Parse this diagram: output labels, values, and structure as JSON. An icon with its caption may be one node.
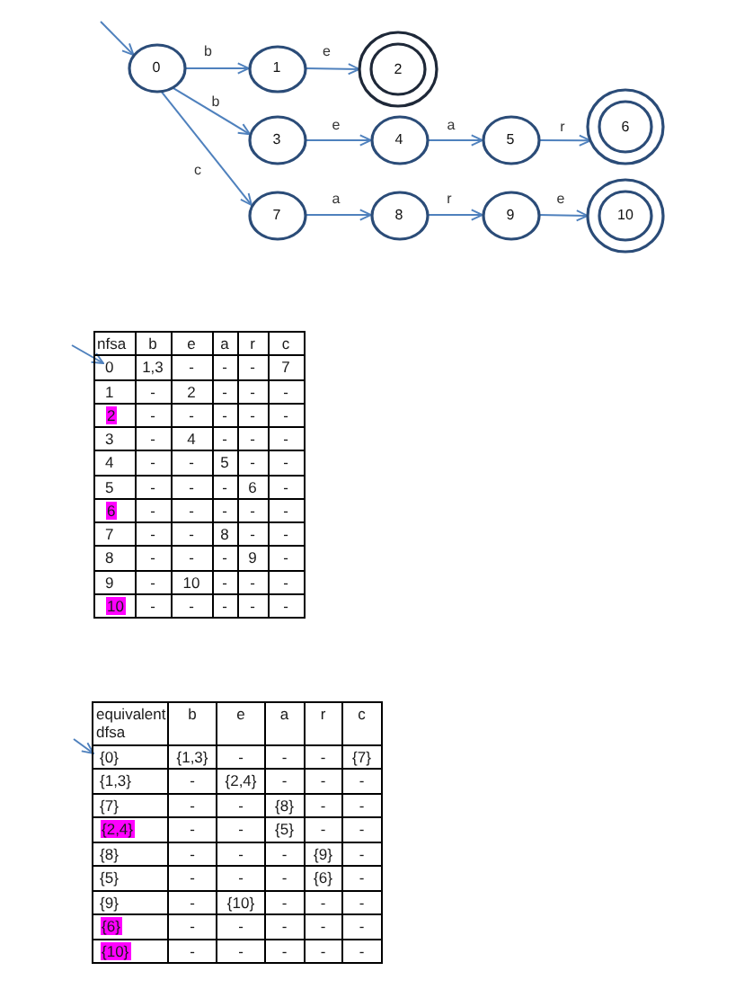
{
  "diagram": {
    "nodes": [
      {
        "text": [
          "0"
        ]
      },
      {
        "text": [
          "1"
        ]
      },
      {
        "text": [
          "2"
        ]
      },
      {
        "text": [
          "3"
        ]
      },
      {
        "text": [
          "4"
        ]
      },
      {
        "text": [
          "5"
        ]
      },
      {
        "text": [
          "6"
        ]
      },
      {
        "text": [
          "7"
        ]
      },
      {
        "text": [
          "8"
        ]
      },
      {
        "text": [
          "9"
        ]
      },
      {
        "text": [
          "10"
        ]
      }
    ],
    "edges": [
      {
        "from": null,
        "to": 0,
        "arrow": "to"
      },
      {
        "from": 0,
        "to": 1,
        "arrow": "to",
        "label": "b"
      },
      {
        "from": 1,
        "to": 2,
        "arrow": "to",
        "label": "e"
      },
      {
        "from": 0,
        "to": 3,
        "arrow": "to",
        "label": "b"
      },
      {
        "from": 3,
        "to": 4,
        "arrow": "to",
        "label": "e"
      },
      {
        "from": 4,
        "to": 5,
        "arrow": "to",
        "label": "a"
      },
      {
        "from": 5,
        "to": 6,
        "arrow": "to",
        "label": "r"
      },
      {
        "from": 0,
        "to": 7,
        "arrow": "to",
        "label": "c"
      },
      {
        "from": 7,
        "to": 8,
        "arrow": "to",
        "label": "a"
      },
      {
        "from": 8,
        "to": 9,
        "arrow": "to",
        "label": "r"
      },
      {
        "from": 9,
        "to": 10,
        "arrow": "to",
        "label": "e"
      }
    ],
    "labels": [
      "nfsa",
      "b",
      "e",
      "a",
      "r",
      "c",
      "0",
      "1,3",
      "-",
      "-",
      "-",
      "7",
      "1",
      "-",
      "2",
      "-",
      "-",
      "-",
      "2",
      "-",
      "-",
      "-",
      "-",
      "-",
      "3",
      "-",
      "4",
      "-",
      "-",
      "-",
      "4",
      "-",
      "-",
      "5",
      "-",
      "-",
      "5",
      "-",
      "-",
      "-",
      "6",
      "-",
      "6",
      "-",
      "-",
      "-",
      "-",
      "-",
      "7",
      "-",
      "-",
      "8",
      "-",
      "-",
      "8",
      "-",
      "-",
      "-",
      "9",
      "-",
      "9",
      "-",
      "10",
      "-",
      "-",
      "-",
      "10",
      "-",
      "-",
      "-",
      "-",
      "-",
      "equivalent dfsa",
      "b",
      "e",
      "a",
      "r",
      "c",
      "{0}",
      "{1,3}",
      "-",
      "-",
      "-",
      "{7}",
      "{1,3}",
      "-",
      "{2,4}",
      "-",
      "-",
      "-",
      "{7}",
      "-",
      "-",
      "{8}",
      "-",
      "-",
      "{2,4}",
      "-",
      "-",
      "{5}",
      "-",
      "-",
      "{8}",
      "-",
      "-",
      "-",
      "{9}",
      "-",
      "{5}",
      "-",
      "-",
      "-",
      "{6}",
      "-",
      "{9}",
      "-",
      "{10}",
      "-",
      "-",
      "-",
      "{6}",
      "-",
      "-",
      "-",
      "-",
      "-",
      "{10}",
      "-",
      "-",
      "-",
      "-",
      "-"
    ]
  }
}
